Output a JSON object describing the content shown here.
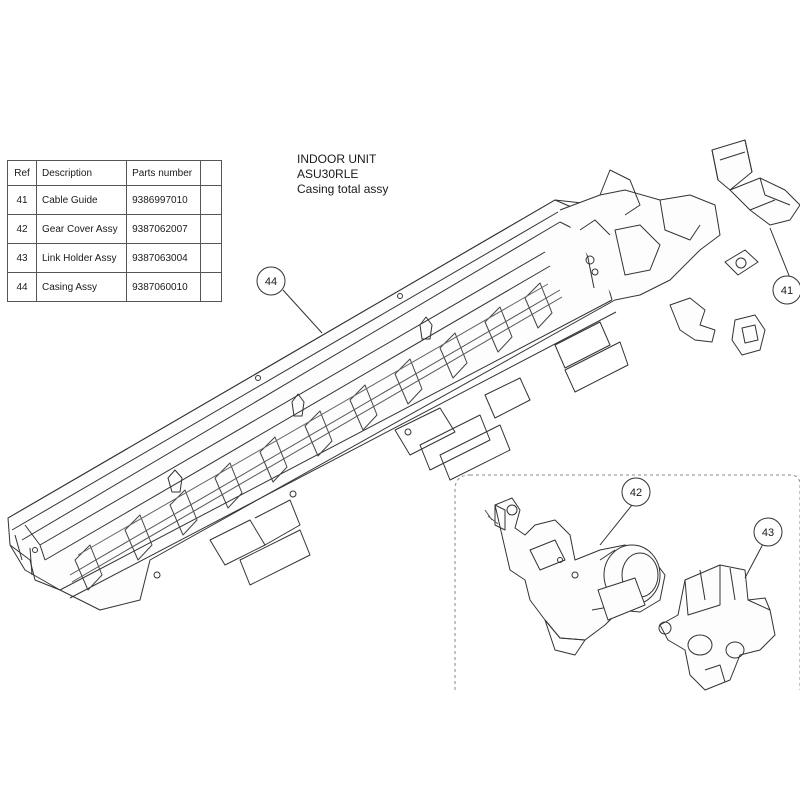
{
  "title": {
    "line1": "INDOOR UNIT",
    "line2": "ASU30RLE",
    "line3": "Casing total assy"
  },
  "table": {
    "headers": [
      "Ref",
      "Description",
      "Parts number",
      ""
    ],
    "rows": [
      {
        "ref": "41",
        "description": "Cable Guide",
        "part_number": "9386997010"
      },
      {
        "ref": "42",
        "description": "Gear Cover Assy",
        "part_number": "9387062007"
      },
      {
        "ref": "43",
        "description": "Link Holder Assy",
        "part_number": "9387063004"
      },
      {
        "ref": "44",
        "description": "Casing Assy",
        "part_number": "9387060010"
      }
    ]
  },
  "callouts": {
    "c41": "41",
    "c42": "42",
    "c43": "43",
    "c44": "44"
  }
}
